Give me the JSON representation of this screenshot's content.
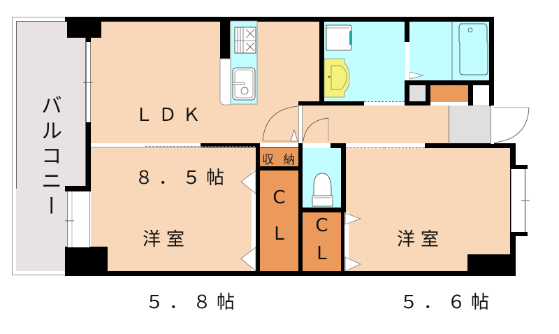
{
  "floorplan": {
    "colors": {
      "room": "#f8d8b8",
      "wet_area": "#c2fdff",
      "closet": "#ec9a5c",
      "entry": "#dfdfdf",
      "balcony": "#e9e2e2",
      "wall": "#000000",
      "washbasin": "#f5f27a"
    },
    "rooms": {
      "balcony": {
        "label": "バルコニー"
      },
      "ldk": {
        "name": "ＬＤＫ",
        "size": "８．５帖"
      },
      "western_left": {
        "name": "洋室",
        "size": "５．８帖"
      },
      "western_right": {
        "name": "洋室",
        "size": "５．６帖"
      },
      "storage": {
        "label": "収 納"
      },
      "closet_left": {
        "line1": "C",
        "line2": "L"
      },
      "closet_right": {
        "line1": "C",
        "line2": "L"
      }
    },
    "fixtures": [
      "stove-icon",
      "sink-icon",
      "washing-machine-icon",
      "washbasin-icon",
      "bathtub-icon",
      "toilet-icon"
    ]
  }
}
